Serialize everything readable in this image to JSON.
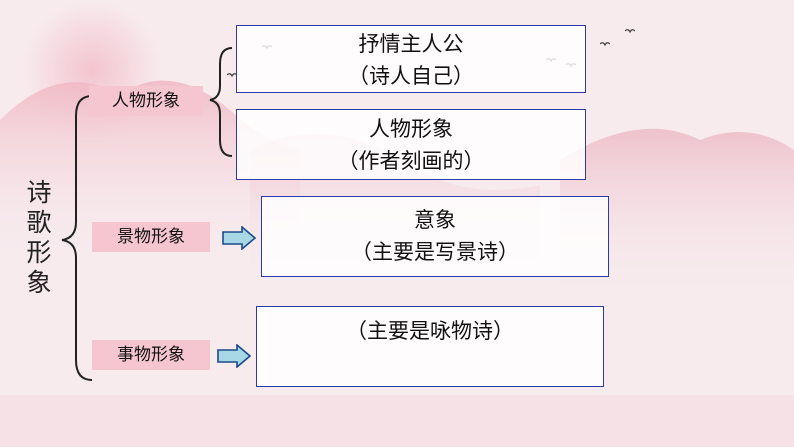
{
  "title_chars": [
    "诗",
    "歌",
    "形",
    "象"
  ],
  "categories": [
    {
      "tag": "人物形象"
    },
    {
      "tag": "景物形象"
    },
    {
      "tag": "事物形象"
    }
  ],
  "boxes": [
    {
      "line1": "抒情主人公",
      "line2": "（诗人自己）"
    },
    {
      "line1": "人物形象",
      "line2": "（作者刻画的）"
    },
    {
      "line1": "意象",
      "line2": "（主要是写景诗）"
    },
    {
      "line1": "（主要是咏物诗）"
    }
  ],
  "colors": {
    "box_border": "#2b3aa8",
    "tag_fill": "#f5c6d0",
    "arrow_fill": "#a8d8e6",
    "arrow_stroke": "#1c4a8c"
  }
}
